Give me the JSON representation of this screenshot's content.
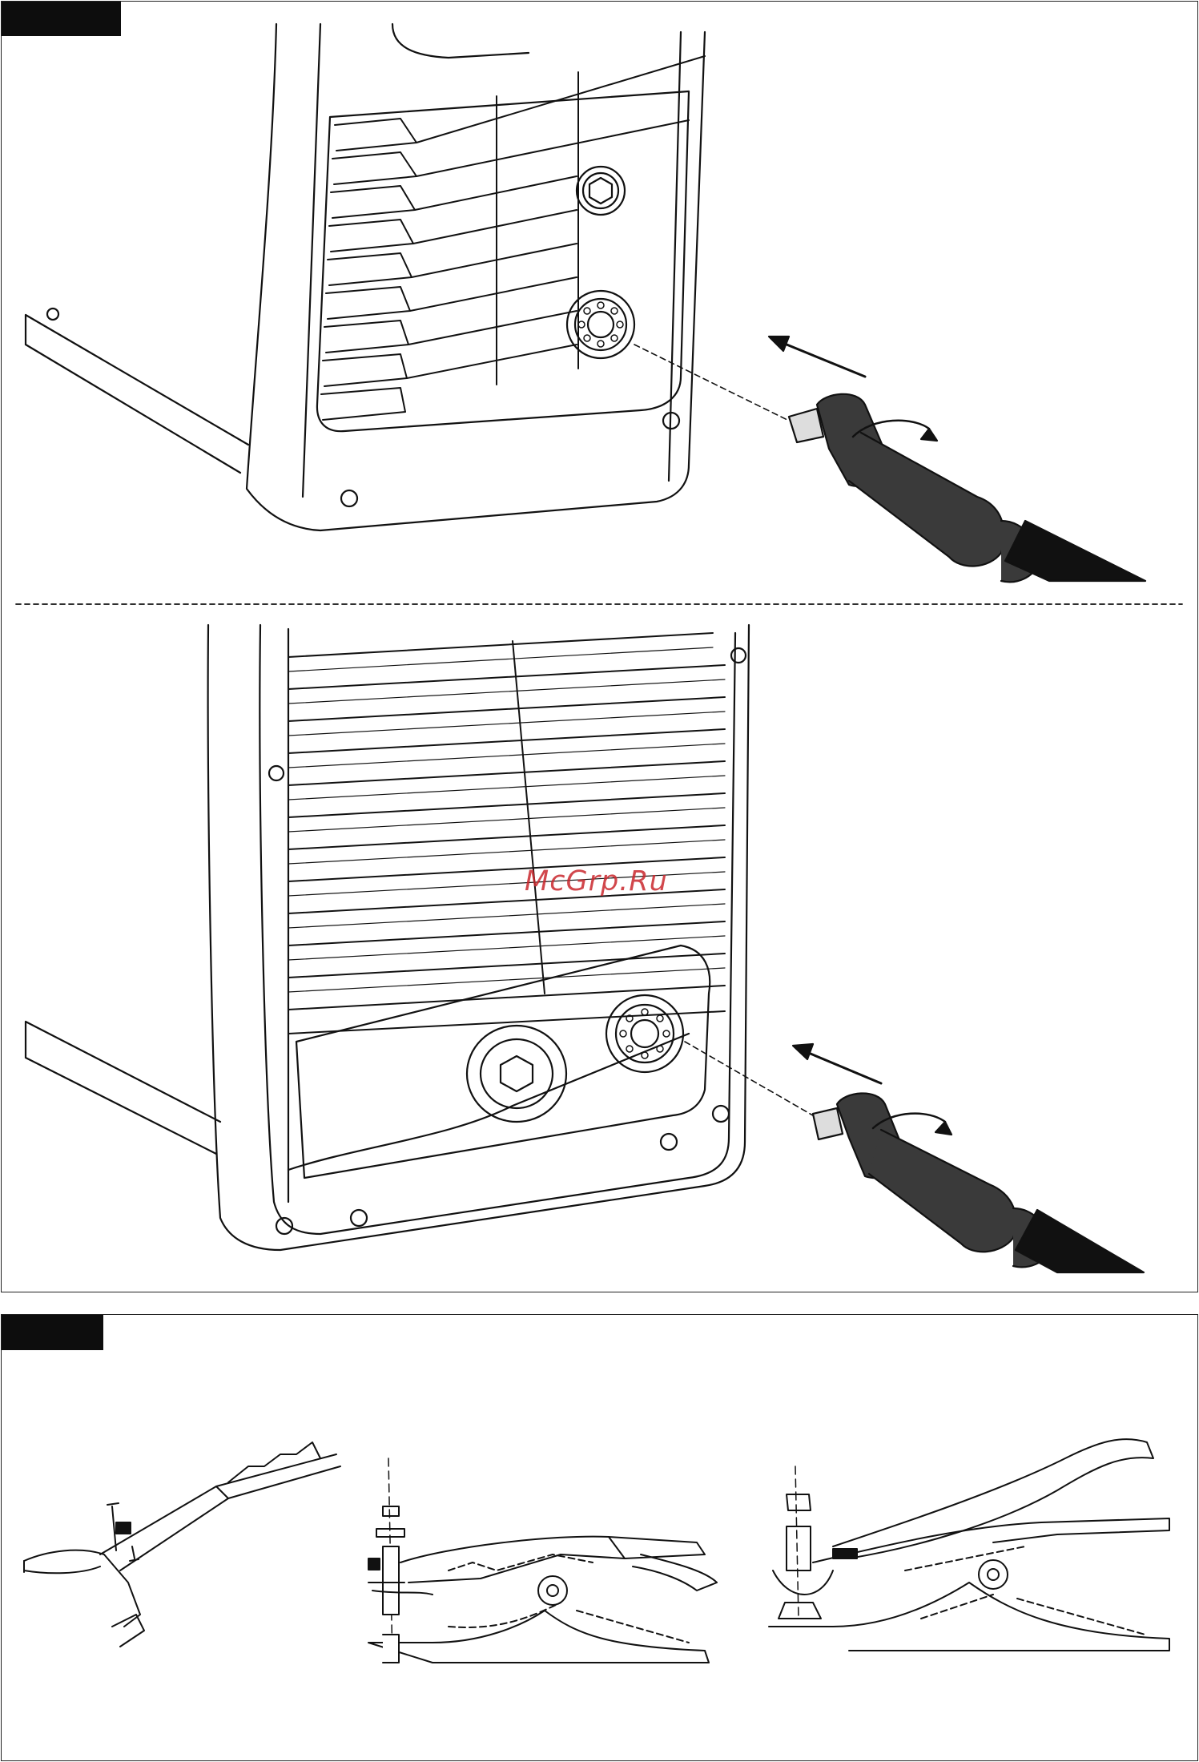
{
  "watermark": {
    "text": "McGrp.Ru",
    "color": "#c9282d"
  },
  "figures": [
    {
      "name": "upper-socket-connection",
      "arrow": "insert-direction",
      "rotation": "clockwise-lock"
    },
    {
      "name": "lower-socket-connection",
      "arrow": "insert-direction",
      "rotation": "clockwise-lock"
    },
    {
      "name": "earth-clamp-assembly",
      "steps": 3
    }
  ],
  "colors": {
    "line": "#111111",
    "fill": "#ffffff",
    "plug": "#3a3a3a",
    "cable": "#111111"
  }
}
